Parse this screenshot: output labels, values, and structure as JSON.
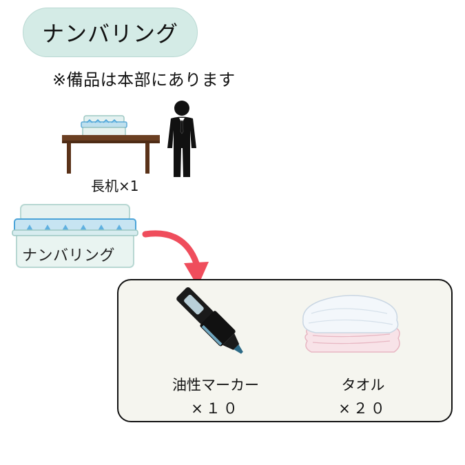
{
  "title": "ナンバリング",
  "note": "※備品は本部にあります",
  "desk": {
    "label": "長机×1"
  },
  "box": {
    "label": "ナンバリング"
  },
  "contents": [
    {
      "name": "油性マーカー",
      "qty": "×１０",
      "icon": "marker-icon"
    },
    {
      "name": "タオル",
      "qty": "×２０",
      "icon": "towel-icon"
    }
  ],
  "colors": {
    "title_bg": "#d4ebe6",
    "panel_bg": "#f5f5ef",
    "arrow": "#ef4d5c",
    "desk": "#6b3f22",
    "box_blue": "#4aa3d8"
  }
}
